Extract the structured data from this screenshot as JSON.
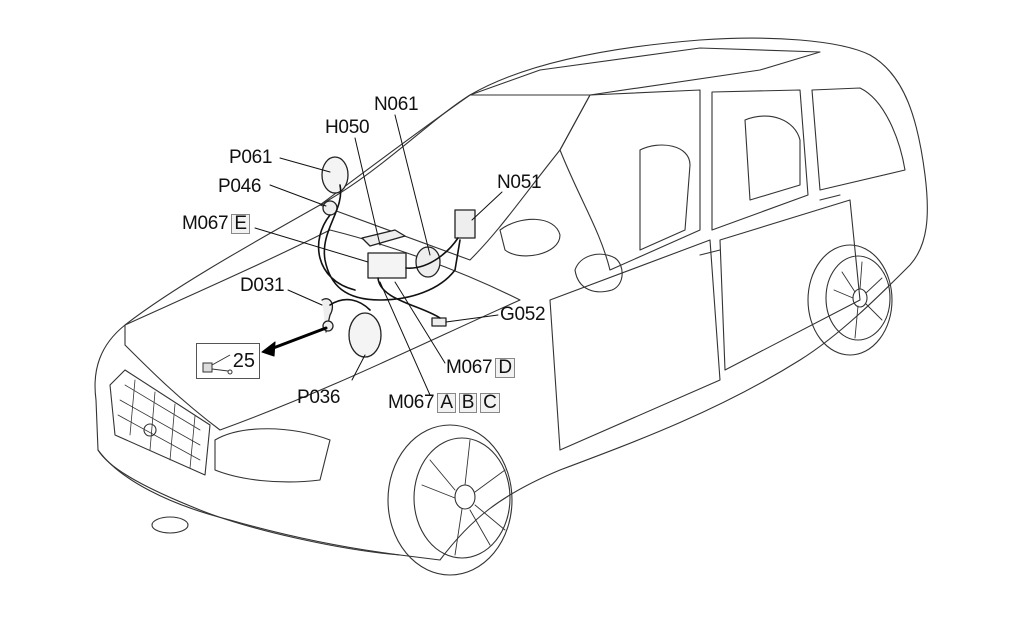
{
  "diagram": {
    "subject": "Hatchback car isometric line drawing with component locations",
    "labels": [
      {
        "id": "N061",
        "text": "N061"
      },
      {
        "id": "H050",
        "text": "H050"
      },
      {
        "id": "P061",
        "text": "P061"
      },
      {
        "id": "P046",
        "text": "P046"
      },
      {
        "id": "M067E",
        "text": "M067",
        "boxes": [
          "E"
        ]
      },
      {
        "id": "N051",
        "text": "N051"
      },
      {
        "id": "D031",
        "text": "D031"
      },
      {
        "id": "G052",
        "text": "G052"
      },
      {
        "id": "M067D",
        "text": "M067",
        "boxes": [
          "D"
        ]
      },
      {
        "id": "P036",
        "text": "P036"
      },
      {
        "id": "M067ABC",
        "text": "M067",
        "boxes": [
          "A",
          "B",
          "C"
        ]
      }
    ],
    "reference": {
      "number": "25",
      "icon": "connector-icon"
    }
  }
}
